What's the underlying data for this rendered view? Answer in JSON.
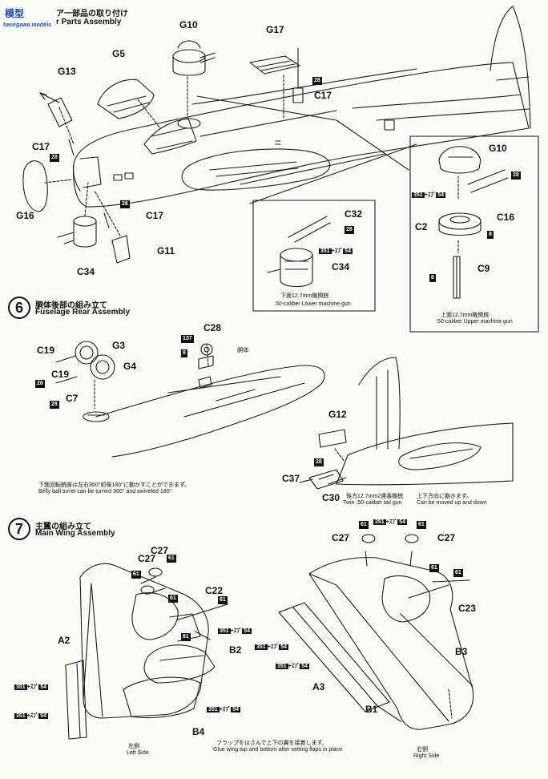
{
  "watermark": {
    "logo_text": "模型",
    "site": "hasegawa models"
  },
  "section5": {
    "heading_jp": "ア一部品の取り付け",
    "heading_en": "r Parts Assembly"
  },
  "section6": {
    "number": "6",
    "heading_jp": "胴体後部の組み立て",
    "heading_en": "Fuselage Rear Assembly",
    "note_belly_jp": "下面回転銃座は左右360°前後180°に動かすことができます。",
    "note_belly_en": "Belly ball turret can be turned 360° and swiveled 180°",
    "note_tail_jp": "後方12.7mm2連装機銃",
    "note_tail_en": "Twin .50-caliber tail gun",
    "note_updown_jp": "上下方向に動きます。",
    "note_updown_en": "Can be moved up and down",
    "fuselage_label": "胴体"
  },
  "section7": {
    "number": "7",
    "heading_jp": "主翼の組み立て",
    "heading_en": "Main Wing Assembly",
    "note_glue_jp": "フラップをはさんで上下の翼を接着します。",
    "note_glue_en": "Glue wing top and bottom after setting flaps in place",
    "left_side_jp": "左側",
    "left_side_en": "Left Side",
    "right_side_jp": "右側",
    "right_side_en": "Right Side"
  },
  "inset_lower": {
    "caption_jp": "下面12.7mm機関銃",
    "caption_en": ".50-caliber Lower machine gun"
  },
  "inset_upper": {
    "caption_jp": "上面12.7mm機関銃",
    "caption_en": ".50-caliber Upper machine gun"
  },
  "parts": {
    "g10": "G10",
    "g17": "G17",
    "g5": "G5",
    "g13": "G13",
    "c17": "C17",
    "g16": "G16",
    "c34": "C34",
    "g11": "G11",
    "c32": "C32",
    "c2": "C2",
    "c16": "C16",
    "c9": "C9",
    "c28": "C28",
    "g3": "G3",
    "g4": "G4",
    "c19": "C19",
    "c7": "C7",
    "g12": "G12",
    "c37": "C37",
    "c30": "C30",
    "c27": "C27",
    "c22": "C22",
    "c23": "C23",
    "a2": "A2",
    "a3": "A3",
    "b1": "B1",
    "b2": "B2",
    "b3": "B3",
    "b4": "B4"
  },
  "paint_codes": {
    "c28": "28",
    "c8": "8",
    "c137": "137",
    "c61": "61",
    "c351": "351",
    "c54": "54",
    "mix_sep": "+ｽﾌﾟ"
  }
}
